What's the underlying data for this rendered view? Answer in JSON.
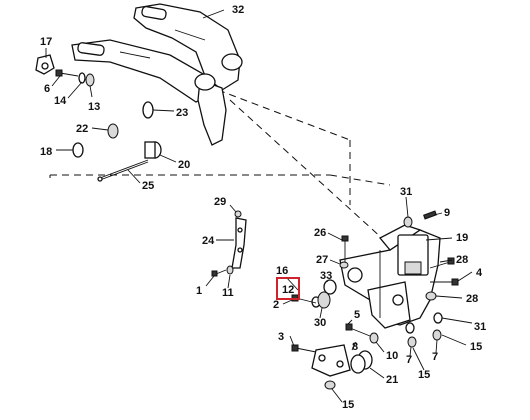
{
  "highlight": {
    "label": "12",
    "color": "#d0222a"
  },
  "callouts": [
    {
      "id": "c1",
      "label": "32"
    },
    {
      "id": "c2",
      "label": "17"
    },
    {
      "id": "c3",
      "label": "6"
    },
    {
      "id": "c4",
      "label": "14"
    },
    {
      "id": "c5",
      "label": "13"
    },
    {
      "id": "c6",
      "label": "23"
    },
    {
      "id": "c7",
      "label": "22"
    },
    {
      "id": "c8",
      "label": "18"
    },
    {
      "id": "c9",
      "label": "20"
    },
    {
      "id": "c10",
      "label": "25"
    },
    {
      "id": "c11",
      "label": "31"
    },
    {
      "id": "c12",
      "label": "9"
    },
    {
      "id": "c13",
      "label": "29"
    },
    {
      "id": "c14",
      "label": "26"
    },
    {
      "id": "c15",
      "label": "19"
    },
    {
      "id": "c16",
      "label": "24"
    },
    {
      "id": "c17",
      "label": "27"
    },
    {
      "id": "c18",
      "label": "28"
    },
    {
      "id": "c19",
      "label": "4"
    },
    {
      "id": "c20",
      "label": "16"
    },
    {
      "id": "c21",
      "label": "33"
    },
    {
      "id": "c22",
      "label": "1"
    },
    {
      "id": "c23",
      "label": "11"
    },
    {
      "id": "c24",
      "label": "28"
    },
    {
      "id": "c25",
      "label": "2"
    },
    {
      "id": "c26",
      "label": "30"
    },
    {
      "id": "c27",
      "label": "31"
    },
    {
      "id": "c28",
      "label": "5"
    },
    {
      "id": "c29",
      "label": "3"
    },
    {
      "id": "c30",
      "label": "8"
    },
    {
      "id": "c31",
      "label": "10"
    },
    {
      "id": "c32",
      "label": "7"
    },
    {
      "id": "c33",
      "label": "7"
    },
    {
      "id": "c34",
      "label": "15"
    },
    {
      "id": "c35",
      "label": "15"
    },
    {
      "id": "c36",
      "label": "21"
    },
    {
      "id": "c37",
      "label": "15"
    }
  ]
}
